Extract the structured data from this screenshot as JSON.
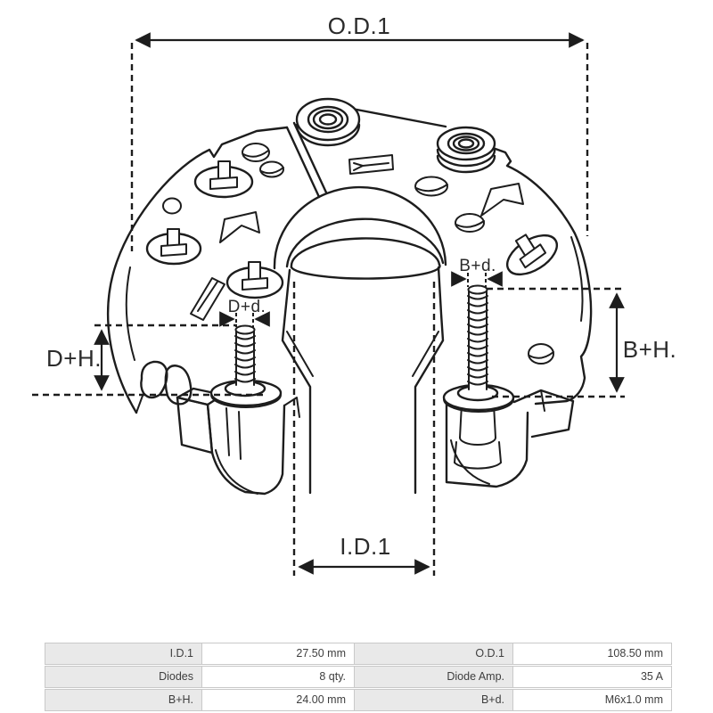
{
  "diagram": {
    "labels": {
      "od1": "O.D.1",
      "id1": "I.D.1",
      "dh": "D+H.",
      "bh": "B+H.",
      "dd": "D+d.",
      "bd": "B+d."
    }
  },
  "spec_table": {
    "rows": [
      {
        "cells": [
          "I.D.1",
          "27.50 mm",
          "O.D.1",
          "108.50 mm"
        ]
      },
      {
        "cells": [
          "Diodes",
          "8 qty.",
          "Diode Amp.",
          "35 A"
        ]
      },
      {
        "cells": [
          "B+H.",
          "24.00 mm",
          "B+d.",
          "M6x1.0 mm"
        ]
      }
    ]
  },
  "colors": {
    "line": "#1d1d1d",
    "dimension_text": "#2b2b2b",
    "table_label_bg": "#e9e9e9",
    "table_value_bg": "#ffffff",
    "table_border": "#c9c9c9",
    "table_text": "#3e3e3e",
    "background": "#ffffff"
  }
}
